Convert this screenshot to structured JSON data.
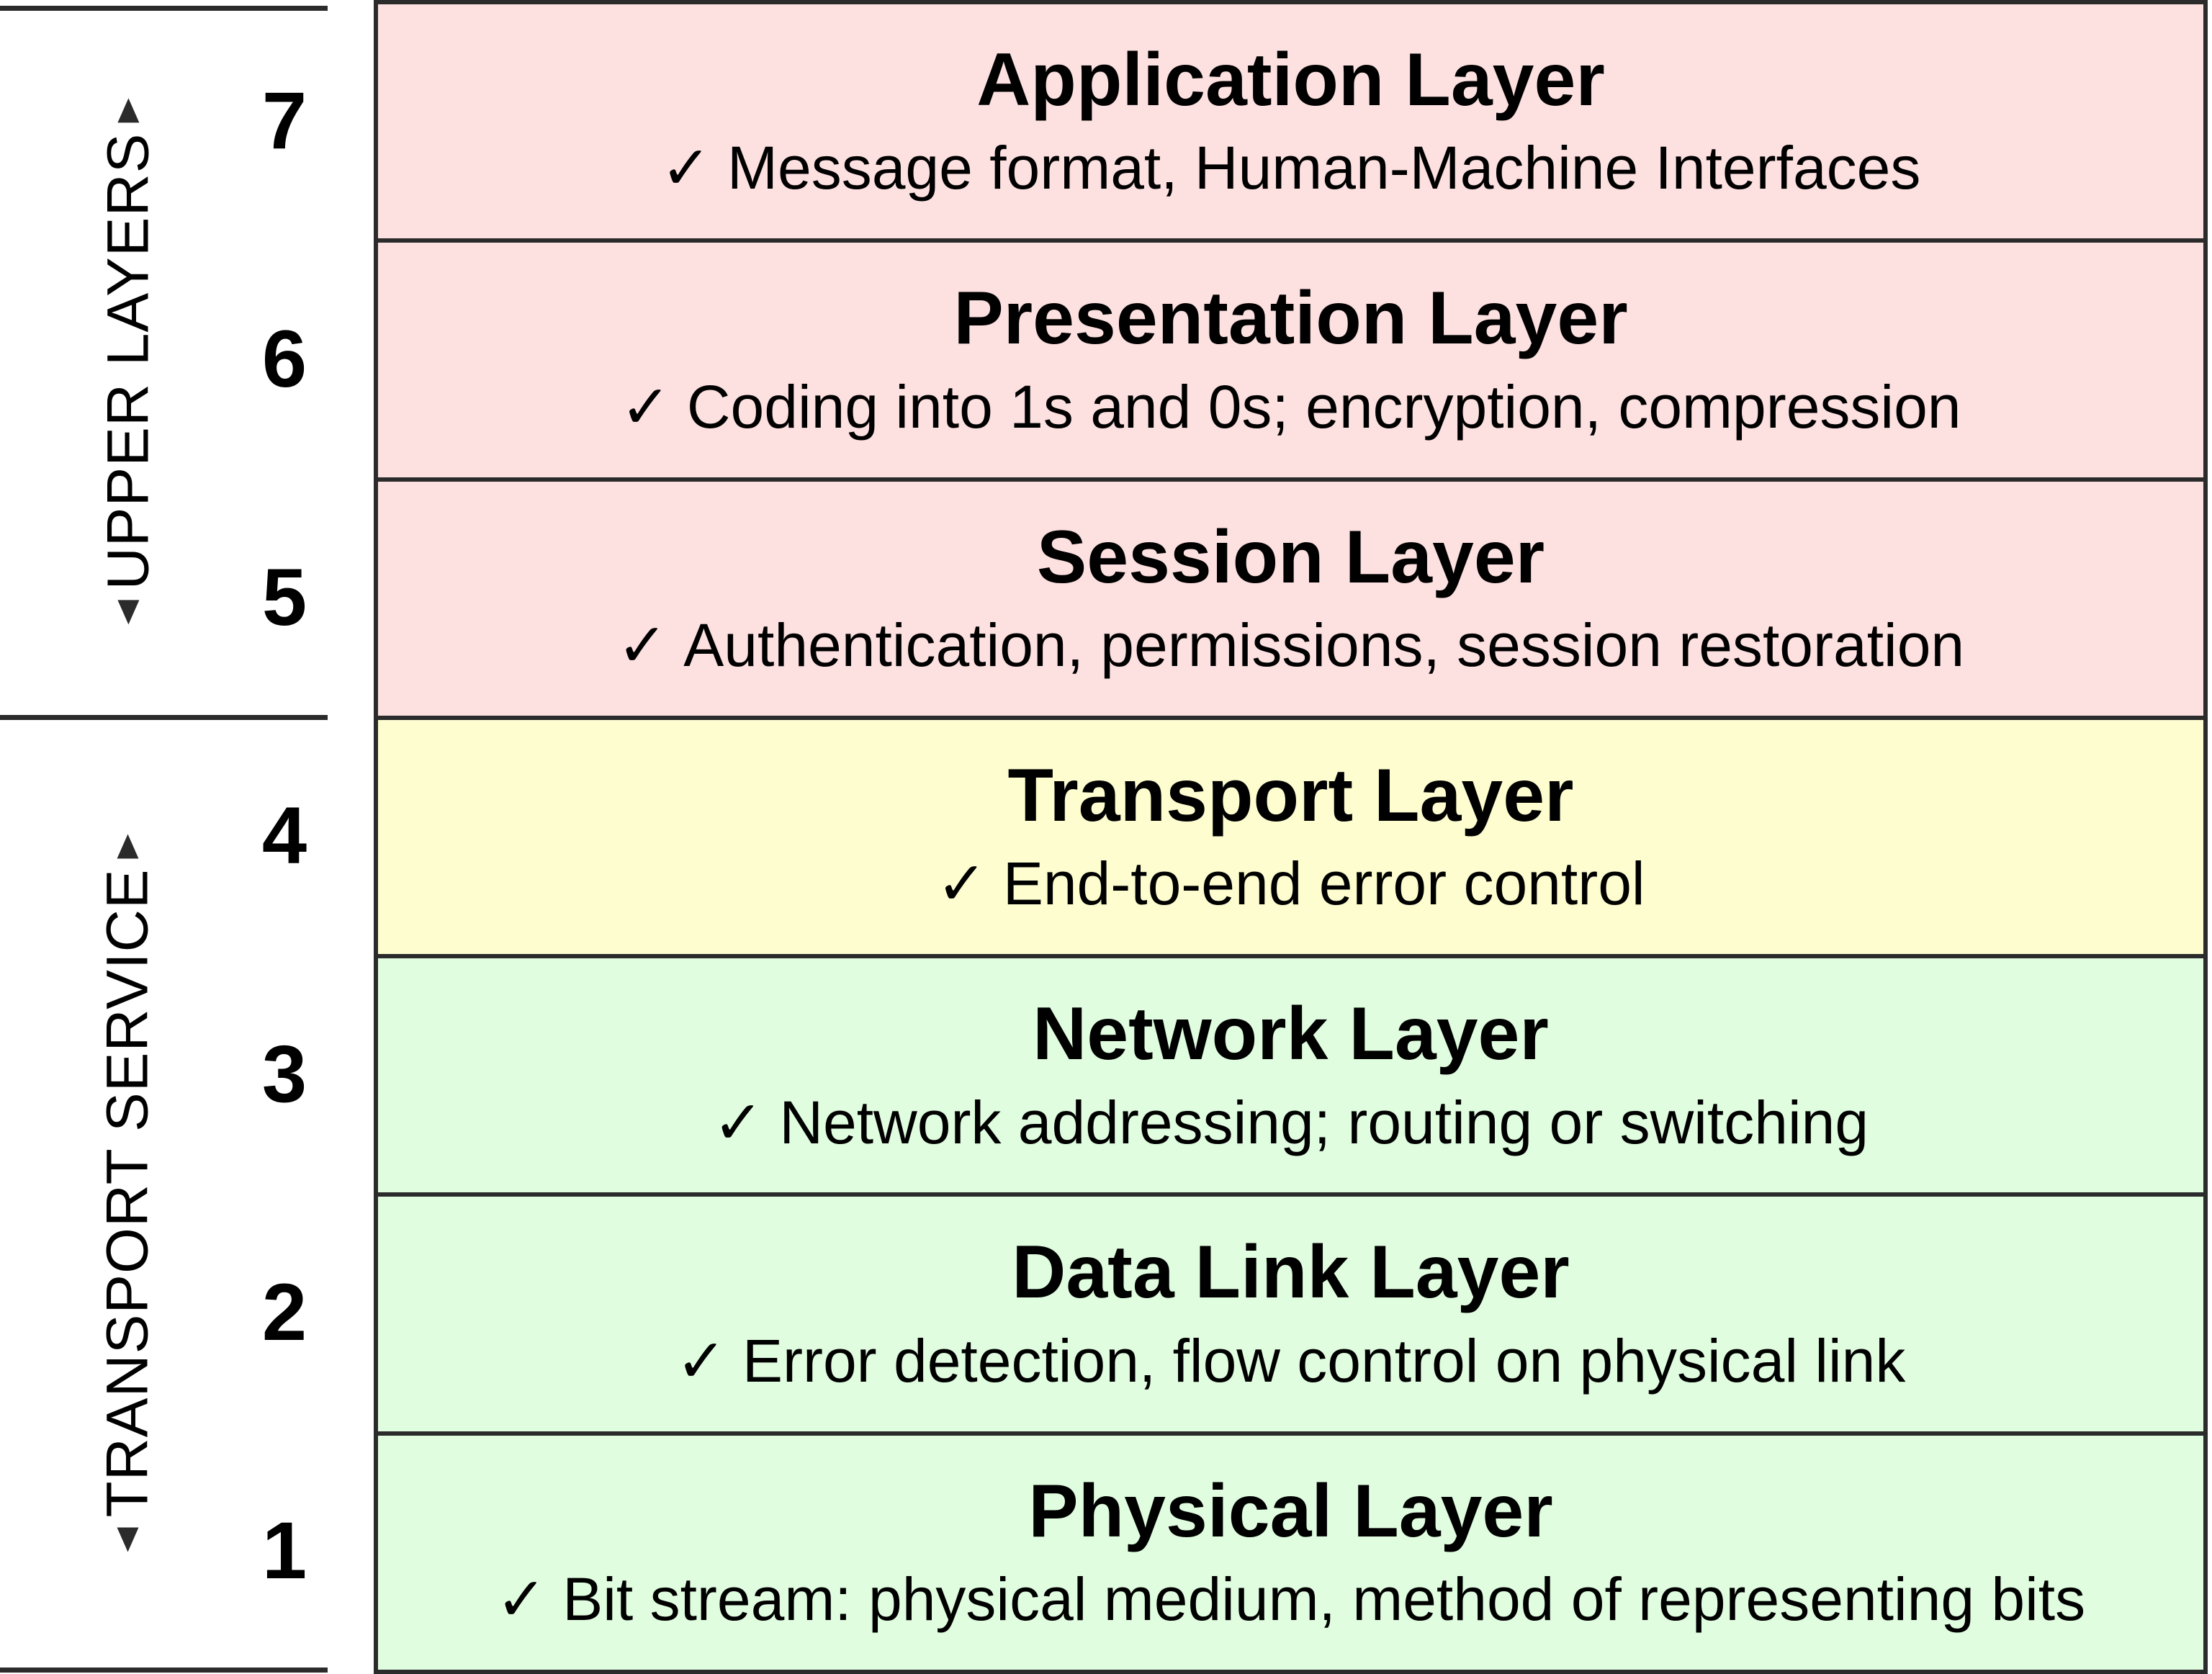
{
  "groups": {
    "upper": {
      "label": "UPPER LAYERS"
    },
    "transport": {
      "label": "TRANSPORT SERVICE"
    }
  },
  "check_glyph": "✓",
  "colors": {
    "upper": "#fde0e0",
    "transport_layer": "#fdfdd0",
    "lower": "#e0fde0",
    "border": "#2b2b2b"
  },
  "layers": [
    {
      "number": "7",
      "title": "Application Layer",
      "desc": "Message format, Human-Machine Interfaces"
    },
    {
      "number": "6",
      "title": "Presentation Layer",
      "desc": "Coding into 1s and 0s; encryption, compression"
    },
    {
      "number": "5",
      "title": "Session Layer",
      "desc": "Authentication, permissions, session restoration"
    },
    {
      "number": "4",
      "title": "Transport Layer",
      "desc": "End-to-end error control"
    },
    {
      "number": "3",
      "title": "Network Layer",
      "desc": "Network addressing; routing or switching"
    },
    {
      "number": "2",
      "title": "Data Link Layer",
      "desc": "Error detection, flow control on physical link"
    },
    {
      "number": "1",
      "title": "Physical Layer",
      "desc": "Bit stream: physical medium, method of representing bits"
    }
  ]
}
